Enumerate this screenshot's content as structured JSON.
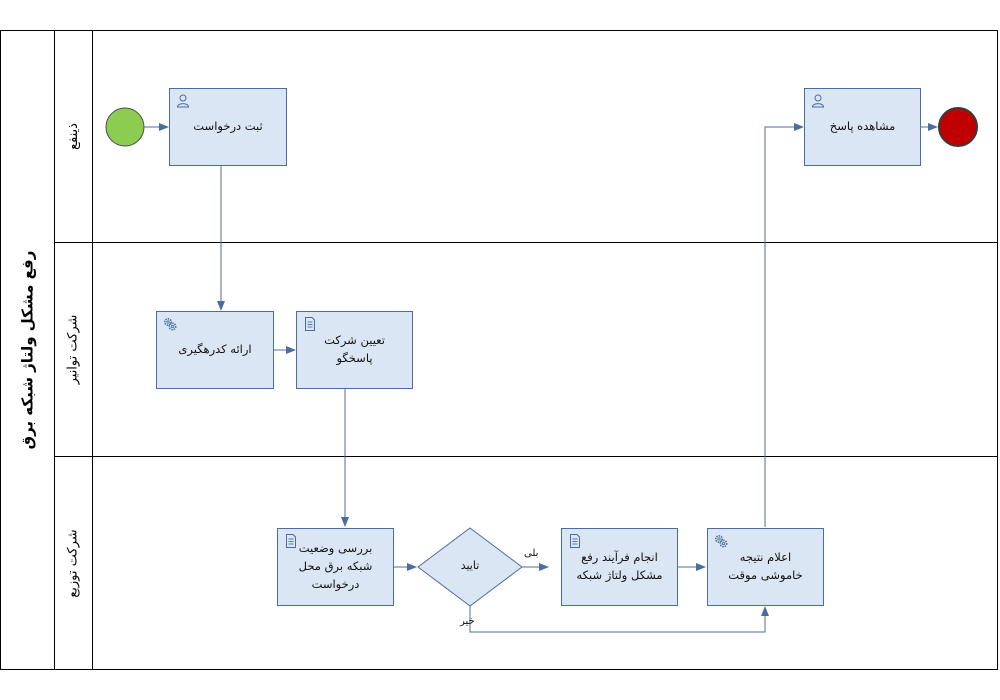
{
  "pool": {
    "title": "رفع مشکل ولتاژ شبکه برق"
  },
  "lanes": [
    {
      "id": "lane1",
      "title": "ذینفع"
    },
    {
      "id": "lane2",
      "title": "شرکت توانیر"
    },
    {
      "id": "lane3",
      "title": "شرکت توزیع"
    }
  ],
  "tasks": {
    "submit": {
      "label": "ثبت درخواست",
      "icon": "user-icon"
    },
    "view": {
      "label": "مشاهده پاسخ",
      "icon": "user-icon"
    },
    "tracking": {
      "label": "ارائه کدرهگیری",
      "icon": "gear-icon"
    },
    "assign": {
      "label": "تعیین شرکت پاسخگو",
      "icon": "script-icon"
    },
    "review": {
      "label": "بررسی وضعیت شبکه برق محل درخواست",
      "icon": "script-icon"
    },
    "fix": {
      "label": "انجام فرآیند رفع مشکل ولتاژ شبکه",
      "icon": "script-icon"
    },
    "announce": {
      "label": "اعلام نتیجه خاموشی موقت",
      "icon": "gear-icon"
    }
  },
  "gateway": {
    "label": "تایید"
  },
  "flow_labels": {
    "yes": "بلی",
    "no": "خیر"
  },
  "colors": {
    "start_event": "#8ccc50",
    "end_event": "#c00000",
    "task_fill": "#dae6f3",
    "task_border": "#4a6ca0",
    "flow": "#4a6ca0"
  }
}
